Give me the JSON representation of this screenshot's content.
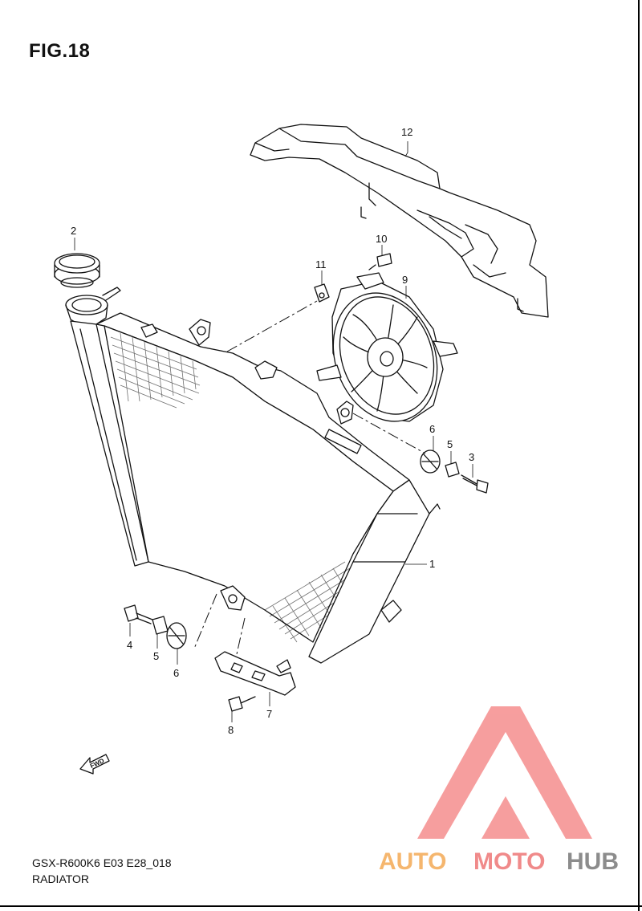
{
  "figure": {
    "title": "FIG.18"
  },
  "caption": {
    "model": "GSX-R600K6 E03 E28_018",
    "name": "RADIATOR"
  },
  "fwd_marker": {
    "text": "FWD"
  },
  "callouts": [
    {
      "id": "cal-12",
      "text": "12",
      "part": "radiator cover / shroud"
    },
    {
      "id": "cal-2",
      "text": "2",
      "part": "radiator cap"
    },
    {
      "id": "cal-10",
      "text": "10",
      "part": "bolt"
    },
    {
      "id": "cal-11",
      "text": "11",
      "part": "nut"
    },
    {
      "id": "cal-9",
      "text": "9",
      "part": "cooling fan"
    },
    {
      "id": "cal-6a",
      "text": "6",
      "part": "cushion"
    },
    {
      "id": "cal-5a",
      "text": "5",
      "part": "collar"
    },
    {
      "id": "cal-3",
      "text": "3",
      "part": "bolt"
    },
    {
      "id": "cal-1",
      "text": "1",
      "part": "radiator"
    },
    {
      "id": "cal-4",
      "text": "4",
      "part": "bolt"
    },
    {
      "id": "cal-5b",
      "text": "5",
      "part": "collar"
    },
    {
      "id": "cal-6b",
      "text": "6",
      "part": "cushion"
    },
    {
      "id": "cal-7",
      "text": "7",
      "part": "bracket"
    },
    {
      "id": "cal-8",
      "text": "8",
      "part": "bolt"
    }
  ],
  "watermark": {
    "text_a": "AUTO",
    "text_b": "MOTO",
    "text_c": "HUB",
    "colors": {
      "a": "#f5b66e",
      "b": "#f08a8a",
      "c": "#8c8c8c",
      "logo": "#f47e7e"
    }
  }
}
